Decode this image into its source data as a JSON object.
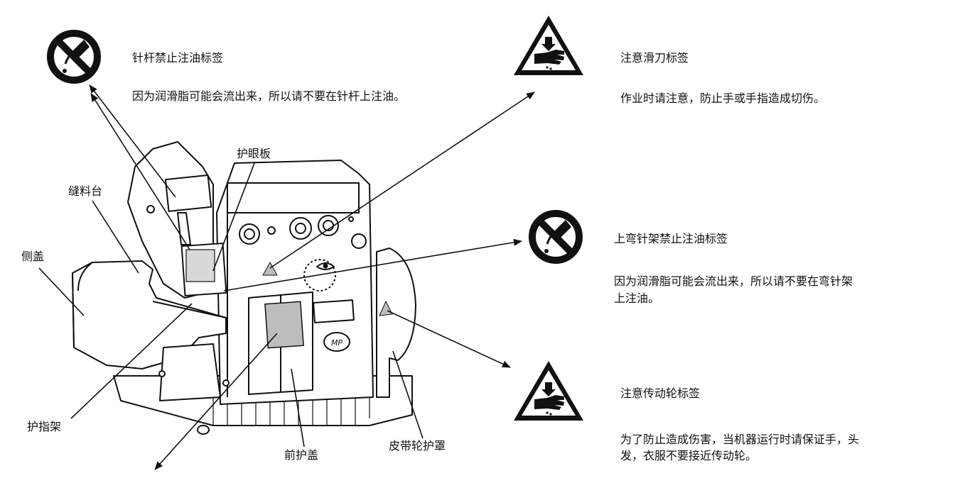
{
  "labels": {
    "needle_bar_title": "针杆禁止注油标签",
    "needle_bar_desc": "因为润滑脂可能会流出来，所以请不要在针杆上注油。",
    "slide_blade_title": "注意滑刀标签",
    "slide_blade_desc": "作业时请注意，防止手或手指造成切伤。",
    "eye_guard": "护眼板",
    "sewing_table": "缝料台",
    "side_cover": "侧盖",
    "upper_looper_title": "上弯针架禁止注油标签",
    "upper_looper_desc_line1": "因为润滑脂可能会流出来，所以请不要在弯针架",
    "upper_looper_desc_line2": "上注油。",
    "pulley_title": "注意传动轮标签",
    "pulley_desc_line1": "为了防止造成伤害，当机器运行时请保证手，头",
    "pulley_desc_line2": "发，衣服不要接近传动轮。",
    "finger_guard": "护指架",
    "front_cover": "前护盖",
    "belt_cover": "皮带轮护罩",
    "brand_logo": "MP"
  },
  "colors": {
    "line": "#111111",
    "label_fill": "#bdbdbd"
  },
  "icons": [
    "no-oil-icon",
    "hand-caution-icon"
  ]
}
